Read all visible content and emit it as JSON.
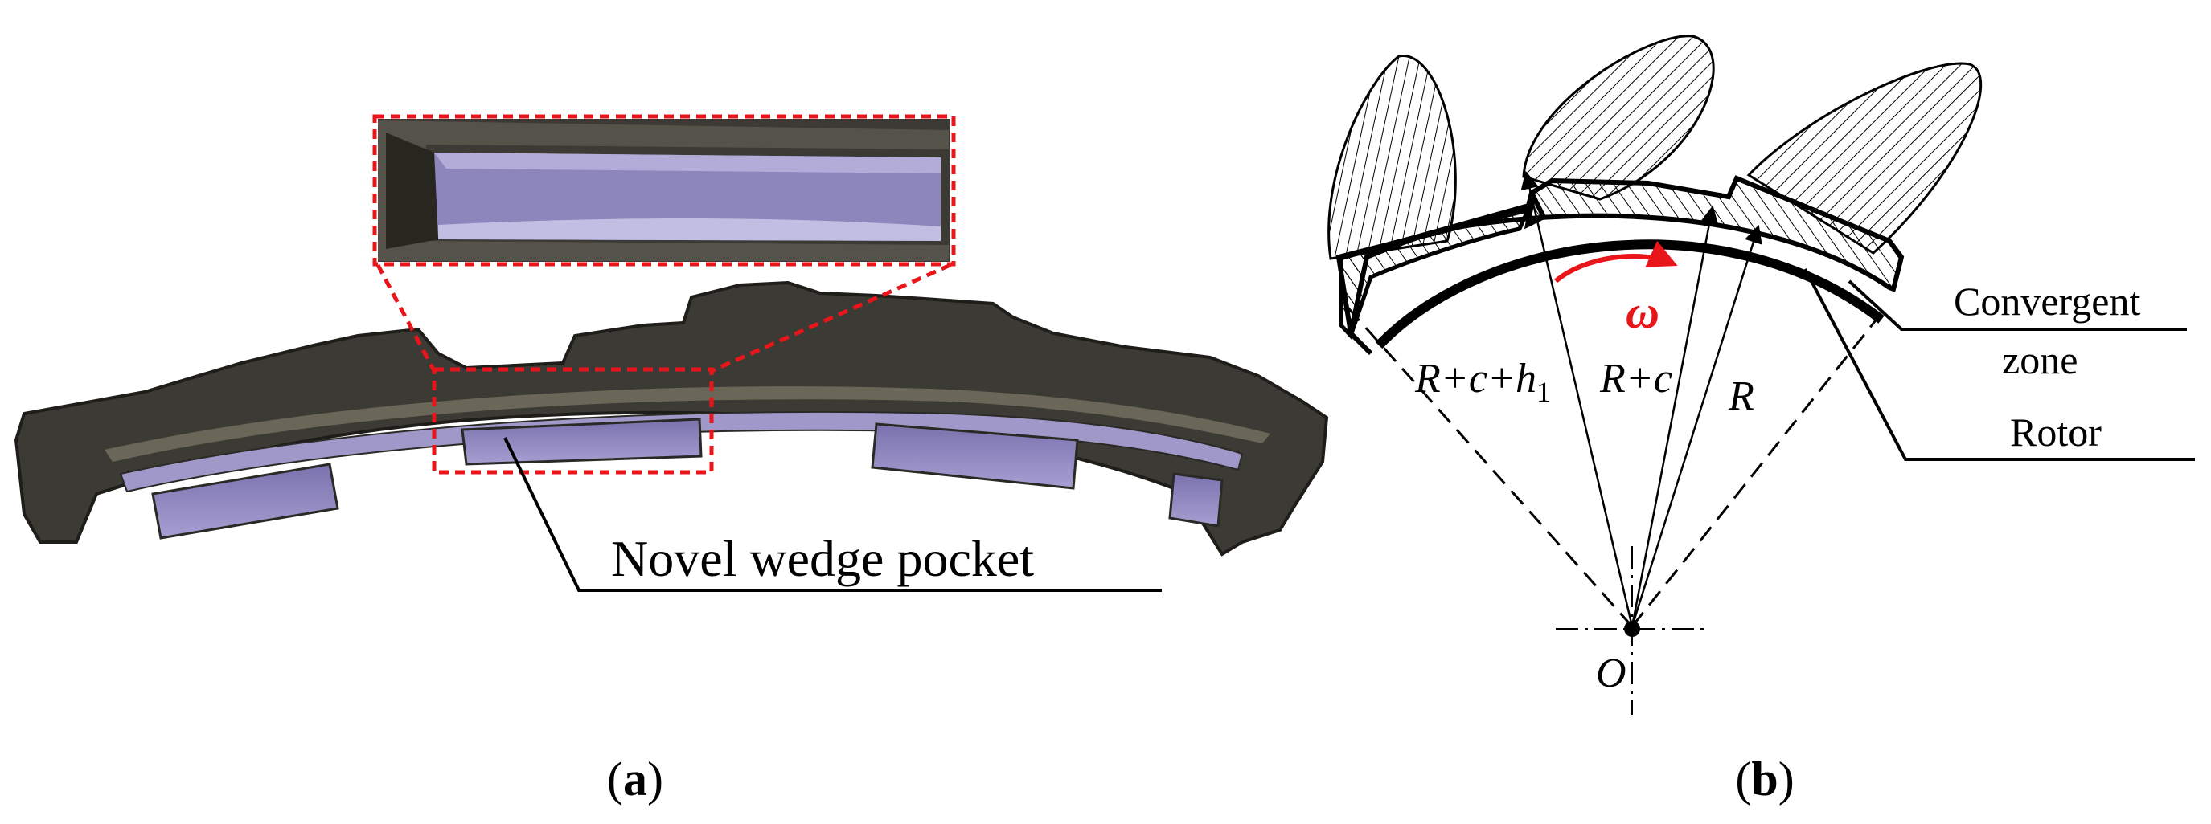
{
  "panel_a": {
    "annotation": "Novel wedge pocket",
    "caption": {
      "open": "(",
      "letter": "a",
      "close": ")"
    }
  },
  "panel_b": {
    "labels": {
      "omega": "ω",
      "r_c_h1": "R+c+h",
      "h_subscript": "1",
      "r_c": "R+c",
      "r": "R",
      "convergent_line1": "Convergent",
      "convergent_line2": "zone",
      "rotor": "Rotor",
      "origin": "O"
    },
    "caption": {
      "open": "(",
      "letter": "b",
      "close": ")"
    }
  },
  "colors": {
    "body_dark": "#3c3a34",
    "body_mid": "#55524a",
    "pocket_purple": "#8e87bd",
    "pocket_light": "#b3acd8",
    "zoom_dash": "#e8151b",
    "omega_red": "#e8151b"
  }
}
